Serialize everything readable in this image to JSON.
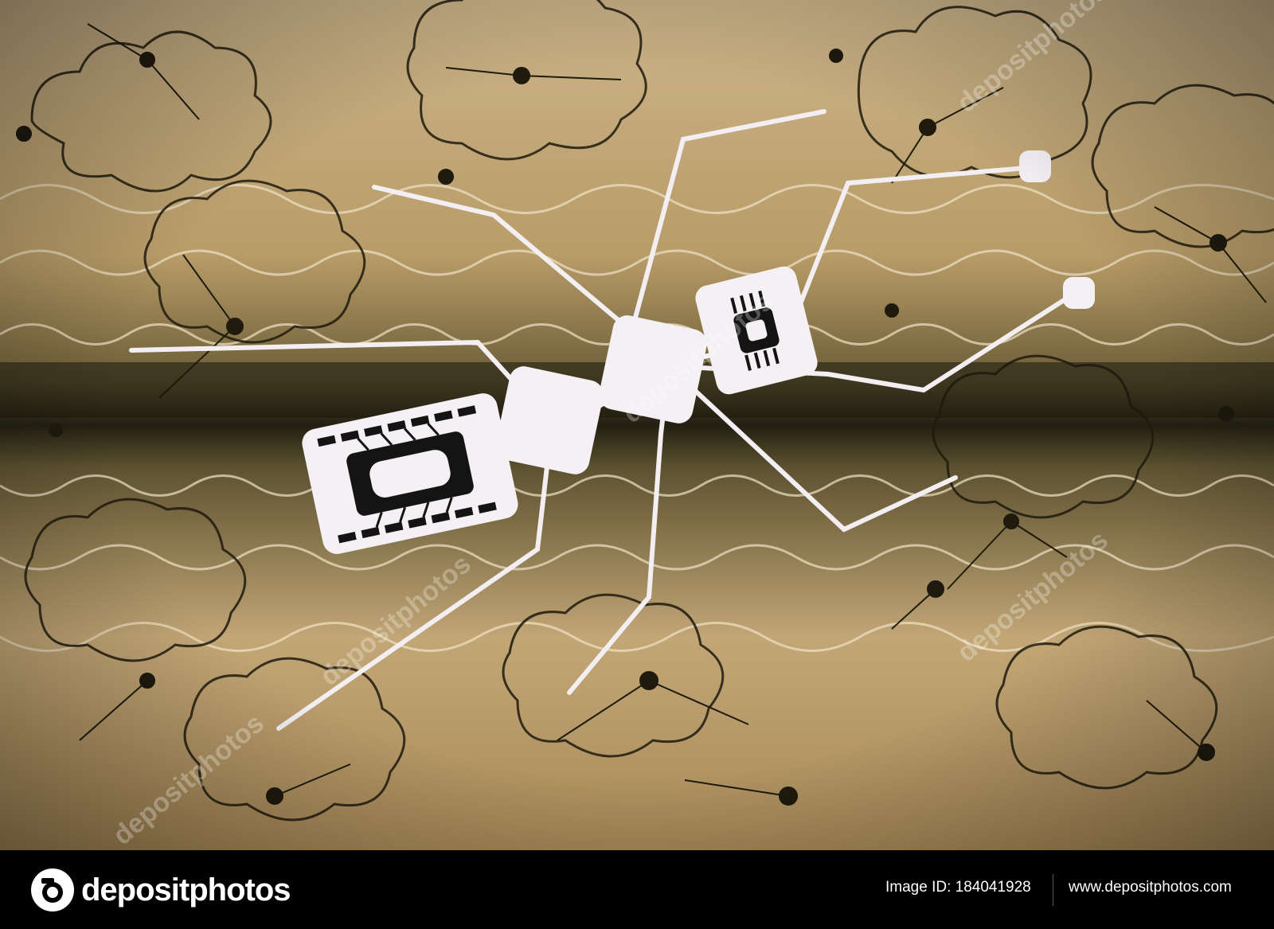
{
  "photo": {
    "subject": "",
    "palette": {
      "sand": "#b8a276",
      "cream": "#efe3c8",
      "dark": "#2a2616",
      "olive": "#4c4628",
      "white": "#f4f0f4"
    }
  },
  "watermarks": [
    "depositphotos",
    "depositphotos",
    "depositphotos",
    "depositphotos",
    "depositphotos"
  ],
  "footer": {
    "brand": "depositphotos",
    "image_id": "Image ID: 184041928",
    "site_url": "www.depositphotos.com"
  }
}
